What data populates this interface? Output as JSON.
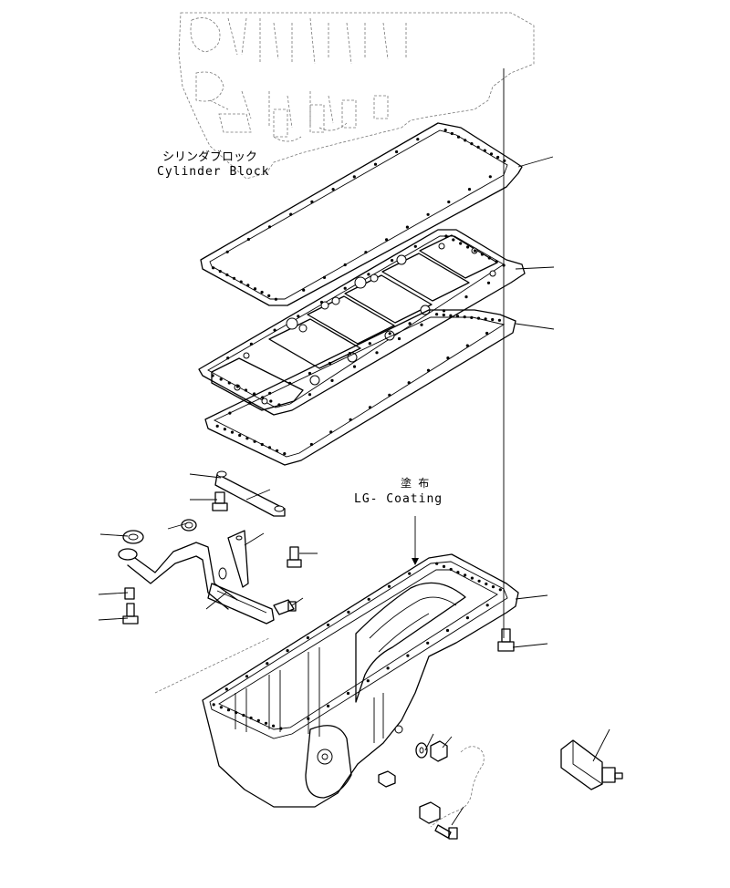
{
  "labels": {
    "block_jp": "シリンダブロック",
    "block_en": "Cylinder Block",
    "coating_jp": "塗 布",
    "coating_en": "LG-  Coating"
  },
  "parts": [
    "cylinder-block",
    "upper-gasket",
    "spacer-plate",
    "lower-gasket",
    "bracket-bar",
    "bracket-bolt",
    "oil-pipe-gasket-top",
    "oil-pipe-gasket-mid",
    "oil-pipe",
    "strainer",
    "pipe-bracket",
    "pipe-bolt",
    "stud",
    "small-bolt",
    "oil-pan",
    "pan-bolt",
    "drain-washer",
    "drain-plug",
    "drain-hose",
    "hose-bolt",
    "oil-level-sensor"
  ]
}
